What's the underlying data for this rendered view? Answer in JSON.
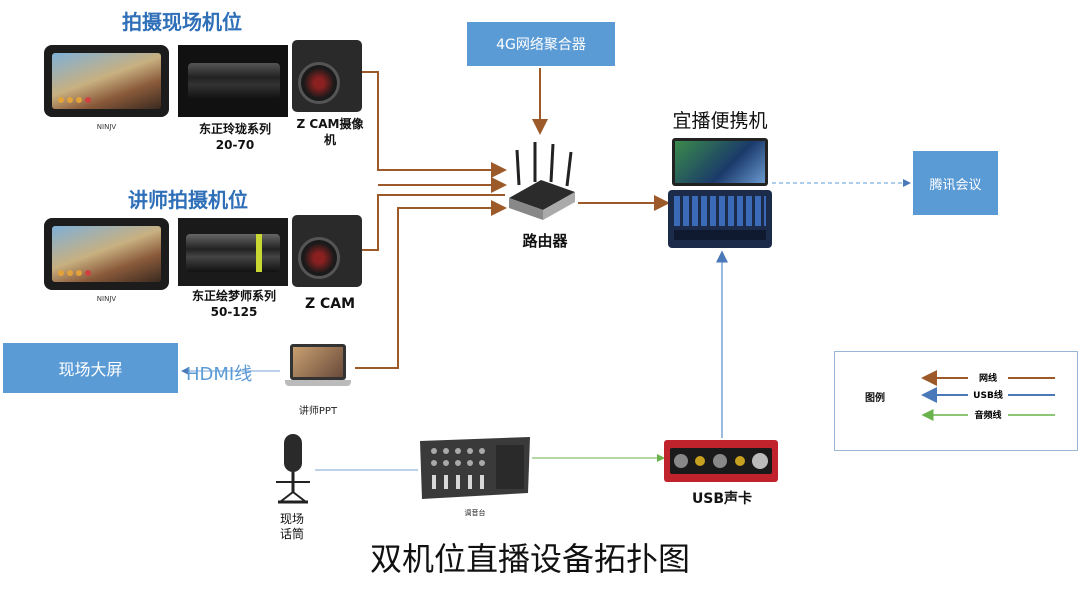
{
  "title": "双机位直播设备拓扑图",
  "groups": {
    "scene_camera": "拍摄现场机位",
    "lecturer_camera": "讲师拍摄机位"
  },
  "devices": {
    "monitor1_caption": "NINJV",
    "lens1": "东正玲珑系列\n20-70",
    "camera1": "Z CAM摄像\n机",
    "monitor2_caption": "NINJV",
    "lens2": "东正绘梦师系列\n50-125",
    "camera2": "Z CAM",
    "laptop": "讲师PPT",
    "router": "路由器",
    "aggregator": "4G网络聚合器",
    "portable": "宜播便携机",
    "tencent": "腾讯会议",
    "screen": "现场大屏",
    "hdmi": "HDMI线",
    "mic": "现场\n话筒",
    "mixer": "调音台",
    "soundcard": "USB声卡"
  },
  "legend": {
    "title": "图例",
    "items": [
      {
        "label": "网线",
        "color": "#9c5a2a",
        "icon": "left-arrow"
      },
      {
        "label": "USB线",
        "color": "#4a78b8",
        "icon": "left-arrow"
      },
      {
        "label": "音频线",
        "color": "#69b34c",
        "icon": "left-arrow"
      }
    ]
  },
  "colors": {
    "network": "#9c5a2a",
    "usb": "#4a78b8",
    "audio": "#69b34c",
    "accent": "#5b9bd5"
  }
}
